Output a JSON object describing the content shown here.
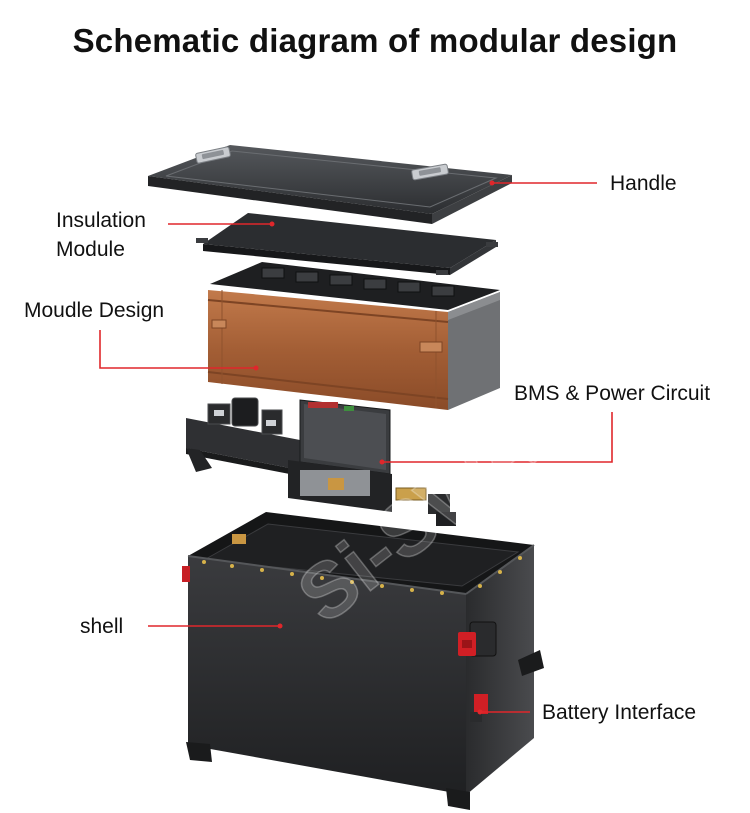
{
  "title": "Schematic diagram of modular design",
  "labels": {
    "handle": "Handle",
    "insulation_line1": "Insulation",
    "insulation_line2": "Module",
    "module_design": "Moudle Design",
    "bms": "BMS & Power Circuit",
    "shell": "shell",
    "battery_interface": "Battery Interface"
  },
  "watermark": "Si-SWA",
  "colors": {
    "leader_line": "#e0272b",
    "lid": "#3b3d40",
    "copper_wrap": "#a8643a",
    "shell": "#2a2b2d",
    "terminal": "#d11f25"
  }
}
